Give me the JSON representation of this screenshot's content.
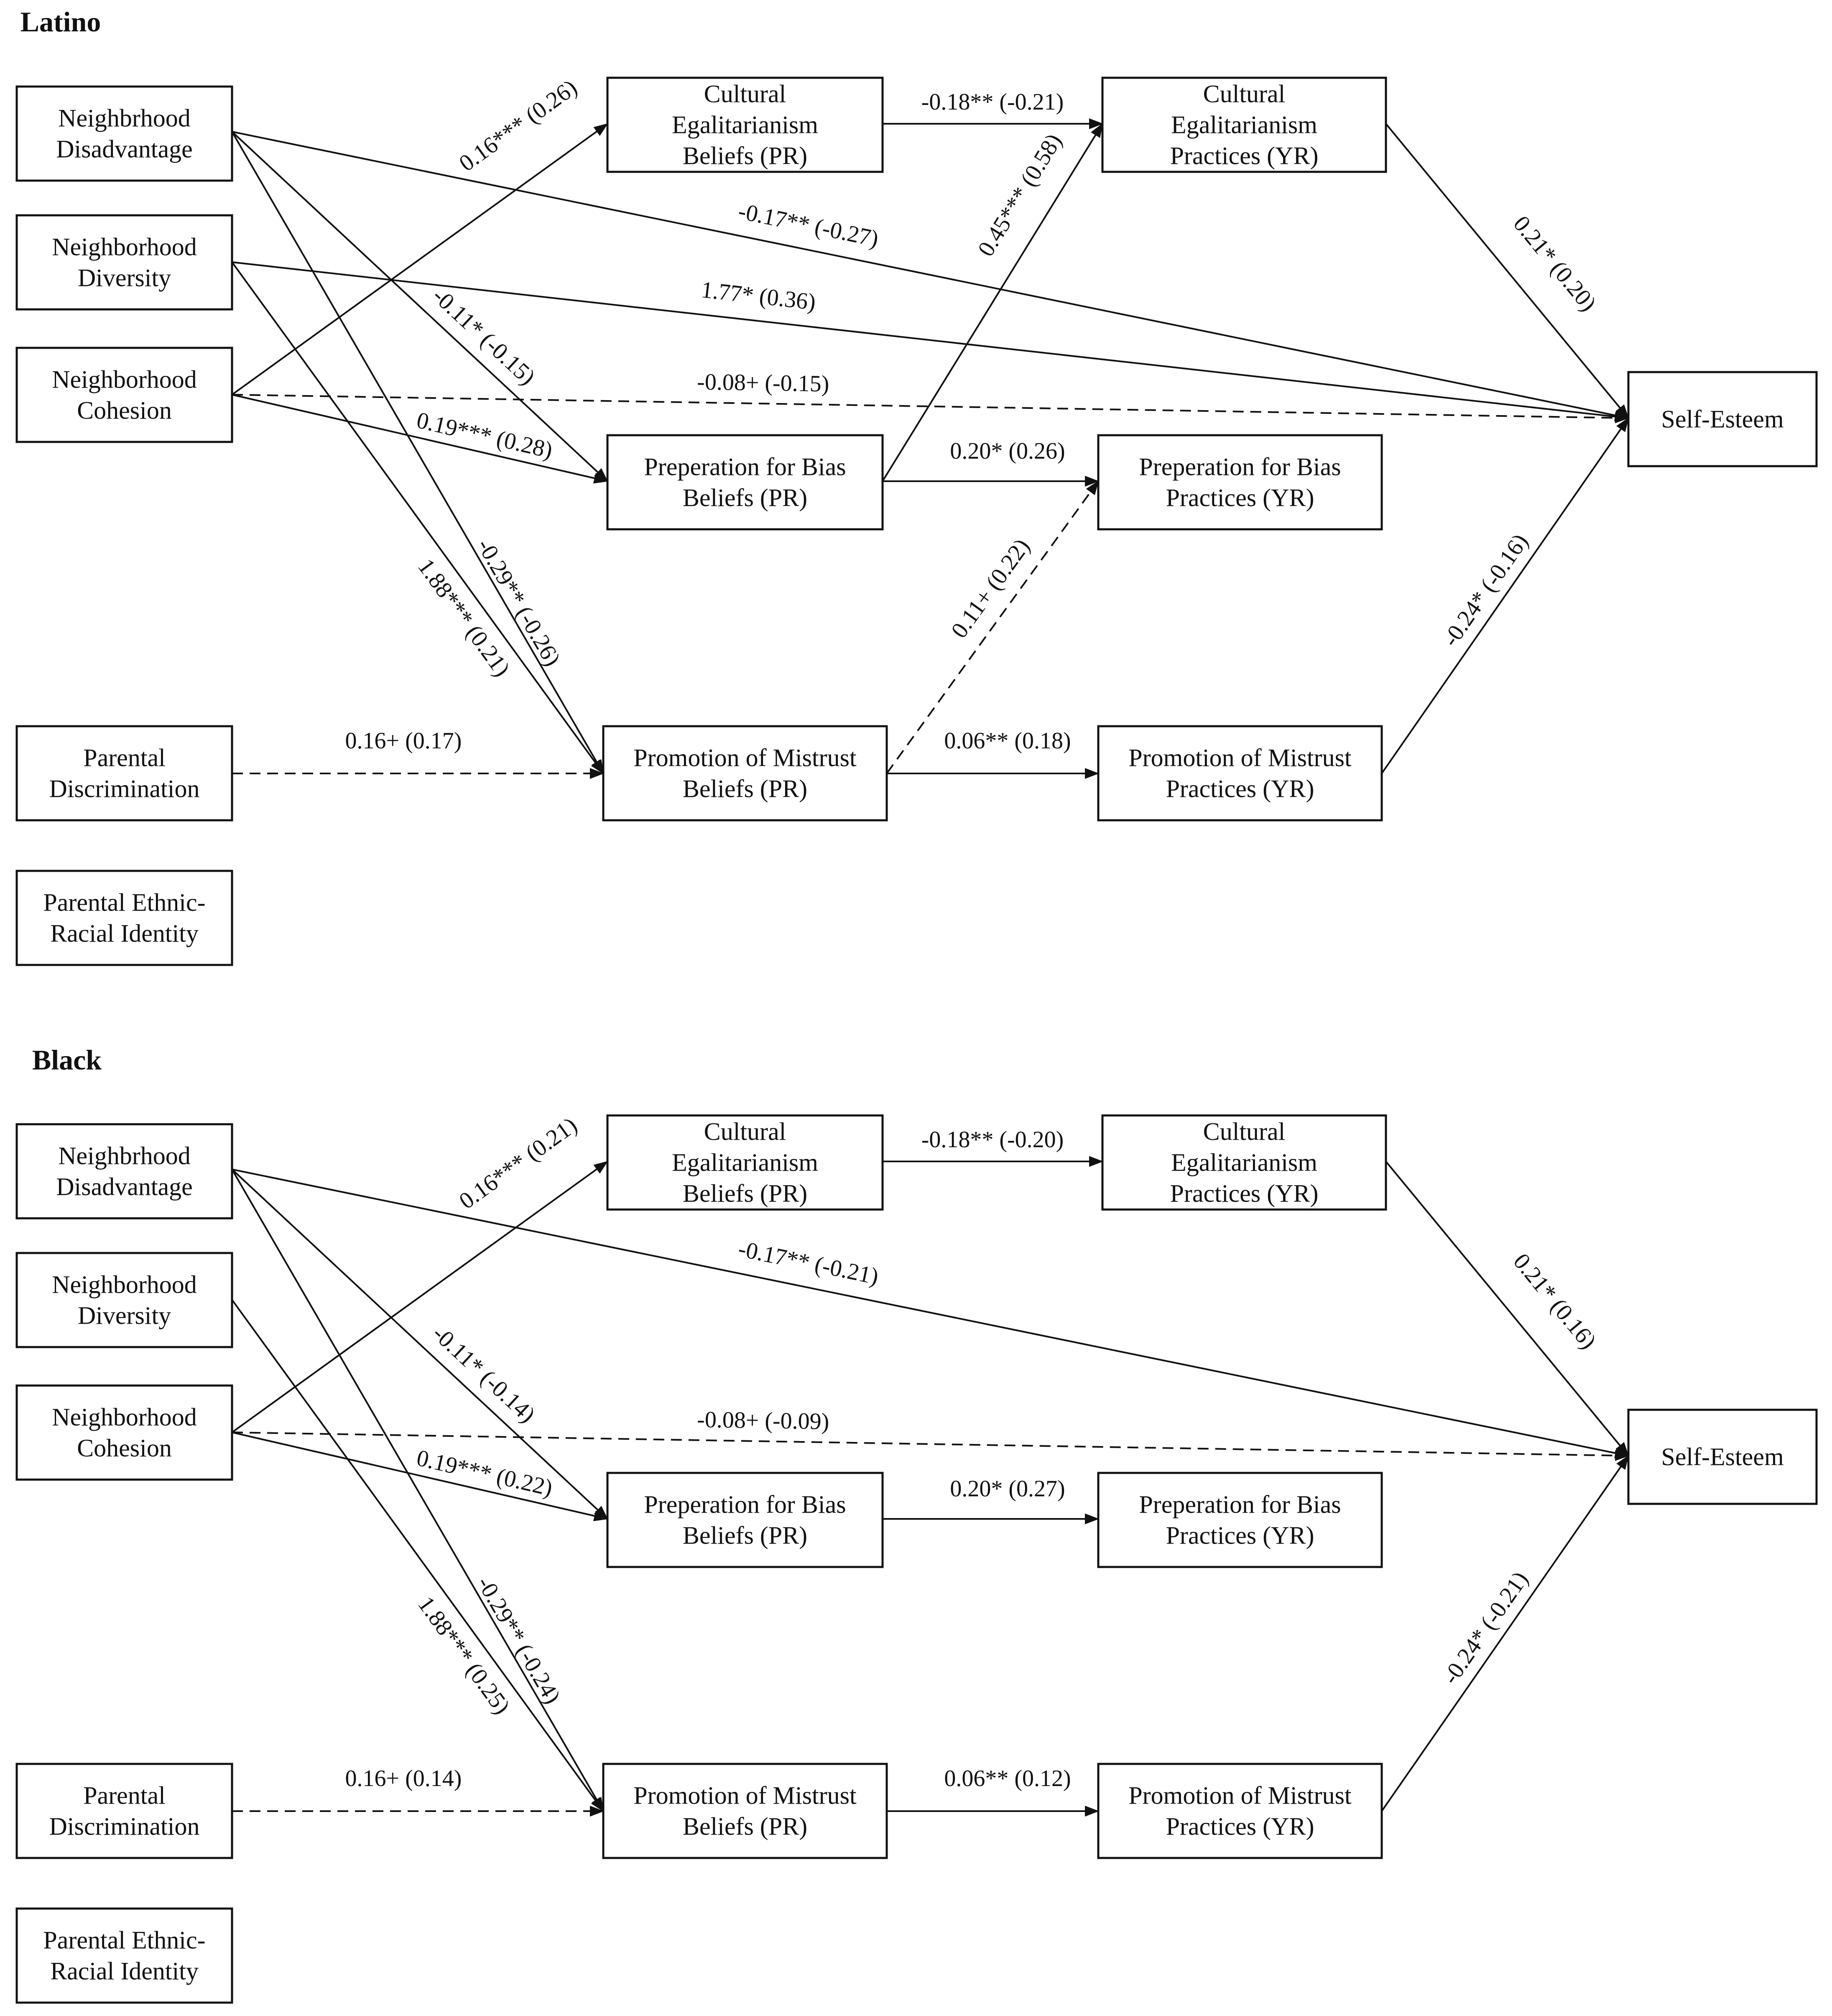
{
  "colors": {
    "line": "#111111",
    "box_fill": "#ffffff",
    "background": "#ffffff"
  },
  "panels": [
    {
      "id": "latino",
      "title": "Latino",
      "nodes": [
        {
          "id": "nd",
          "lines": [
            "Neighbrhood",
            "Disadvantage"
          ]
        },
        {
          "id": "ndiv",
          "lines": [
            "Neighborhood",
            "Diversity"
          ]
        },
        {
          "id": "nc",
          "lines": [
            "Neighborhood",
            "Cohesion"
          ]
        },
        {
          "id": "pd",
          "lines": [
            "Parental",
            "Discrimination"
          ]
        },
        {
          "id": "peri",
          "lines": [
            "Parental Ethnic-",
            "Racial Identity"
          ]
        },
        {
          "id": "ceb",
          "lines": [
            "Cultural",
            "Egalitarianism",
            "Beliefs  (PR)"
          ]
        },
        {
          "id": "pbb",
          "lines": [
            "Preperation for Bias",
            "Beliefs (PR)"
          ]
        },
        {
          "id": "pmb",
          "lines": [
            "Promotion of Mistrust",
            "Beliefs (PR)"
          ]
        },
        {
          "id": "cep",
          "lines": [
            "Cultural",
            "Egalitarianism",
            "Practices (YR)"
          ]
        },
        {
          "id": "pbp",
          "lines": [
            "Preperation for Bias",
            "Practices (YR)"
          ]
        },
        {
          "id": "pmp",
          "lines": [
            "Promotion of Mistrust",
            "Practices (YR)"
          ]
        },
        {
          "id": "se",
          "lines": [
            "Self-Esteem"
          ]
        }
      ],
      "edges": [
        {
          "from": "ceb",
          "to": "cep",
          "label": "-0.18** (-0.21)",
          "dashed": false
        },
        {
          "from": "nc",
          "to": "ceb",
          "label": "0.16*** (0.26)",
          "dashed": false
        },
        {
          "from": "nd",
          "to": "se",
          "label": "-0.17** (-0.27)",
          "dashed": false
        },
        {
          "from": "pbb",
          "to": "cep",
          "label": "0.45*** (0.58)",
          "dashed": false
        },
        {
          "from": "cep",
          "to": "se",
          "label": "0.21* (0.20)",
          "dashed": false
        },
        {
          "from": "ndiv",
          "to": "se",
          "label": "1.77* (0.36)",
          "dashed": false
        },
        {
          "from": "nd",
          "to": "pbb",
          "label": "-0.11* (-0.15)",
          "dashed": false
        },
        {
          "from": "nc",
          "to": "se",
          "label": "-0.08+ (-0.15)",
          "dashed": true
        },
        {
          "from": "nc",
          "to": "pbb",
          "label": "0.19*** (0.28)",
          "dashed": false
        },
        {
          "from": "pbb",
          "to": "pbp",
          "label": "0.20* (0.26)",
          "dashed": false
        },
        {
          "from": "nd",
          "to": "pmb",
          "label": "-0.29** (-0.26)",
          "dashed": false
        },
        {
          "from": "ndiv",
          "to": "pmb",
          "label": "1.88*** (0.21)",
          "dashed": false
        },
        {
          "from": "pmb",
          "to": "pbp",
          "label": "0.11+ (0.22)",
          "dashed": true
        },
        {
          "from": "pmp",
          "to": "se",
          "label": "-0.24* (-0.16)",
          "dashed": false
        },
        {
          "from": "pd",
          "to": "pmb",
          "label": "0.16+ (0.17)",
          "dashed": true
        },
        {
          "from": "pmb",
          "to": "pmp",
          "label": "0.06** (0.18)",
          "dashed": false
        }
      ]
    },
    {
      "id": "black",
      "title": "Black",
      "nodes": [
        {
          "id": "nd",
          "lines": [
            "Neighbrhood",
            "Disadvantage"
          ]
        },
        {
          "id": "ndiv",
          "lines": [
            "Neighborhood",
            "Diversity"
          ]
        },
        {
          "id": "nc",
          "lines": [
            "Neighborhood",
            "Cohesion"
          ]
        },
        {
          "id": "pd",
          "lines": [
            "Parental",
            "Discrimination"
          ]
        },
        {
          "id": "peri",
          "lines": [
            "Parental Ethnic-",
            "Racial Identity"
          ]
        },
        {
          "id": "ceb",
          "lines": [
            "Cultural",
            "Egalitarianism",
            "Beliefs  (PR)"
          ]
        },
        {
          "id": "pbb",
          "lines": [
            "Preperation for Bias",
            "Beliefs (PR)"
          ]
        },
        {
          "id": "pmb",
          "lines": [
            "Promotion of Mistrust",
            "Beliefs (PR)"
          ]
        },
        {
          "id": "cep",
          "lines": [
            "Cultural",
            "Egalitarianism",
            "Practices (YR)"
          ]
        },
        {
          "id": "pbp",
          "lines": [
            "Preperation for Bias",
            "Practices (YR)"
          ]
        },
        {
          "id": "pmp",
          "lines": [
            "Promotion of Mistrust",
            "Practices (YR)"
          ]
        },
        {
          "id": "se",
          "lines": [
            "Self-Esteem"
          ]
        }
      ],
      "edges": [
        {
          "from": "ceb",
          "to": "cep",
          "label": "-0.18** (-0.20)",
          "dashed": false
        },
        {
          "from": "nc",
          "to": "ceb",
          "label": "0.16*** (0.21)",
          "dashed": false
        },
        {
          "from": "nd",
          "to": "se",
          "label": "-0.17** (-0.21)",
          "dashed": false
        },
        {
          "from": "cep",
          "to": "se",
          "label": "0.21* (0.16)",
          "dashed": false
        },
        {
          "from": "nd",
          "to": "pbb",
          "label": "-0.11* (-0.14)",
          "dashed": false
        },
        {
          "from": "nc",
          "to": "se",
          "label": "-0.08+ (-0.09)",
          "dashed": true
        },
        {
          "from": "nc",
          "to": "pbb",
          "label": "0.19*** (0.22)",
          "dashed": false
        },
        {
          "from": "pbb",
          "to": "pbp",
          "label": "0.20* (0.27)",
          "dashed": false
        },
        {
          "from": "nd",
          "to": "pmb",
          "label": "-0.29** (-0.24)",
          "dashed": false
        },
        {
          "from": "ndiv",
          "to": "pmb",
          "label": "1.88*** (0.25)",
          "dashed": false
        },
        {
          "from": "pmp",
          "to": "se",
          "label": "-0.24* (-0.21)",
          "dashed": false
        },
        {
          "from": "pd",
          "to": "pmb",
          "label": "0.16+ (0.14)",
          "dashed": true
        },
        {
          "from": "pmb",
          "to": "pmp",
          "label": "0.06** (0.12)",
          "dashed": false
        }
      ]
    }
  ]
}
